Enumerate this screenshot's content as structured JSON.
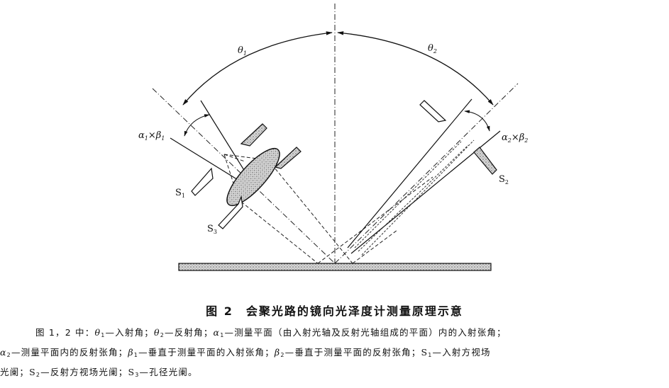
{
  "figure": {
    "number": "图 2",
    "title": "会聚光路的镜向光泽度计测量原理示意"
  },
  "diagram": {
    "labels": {
      "theta1": {
        "sym": "θ",
        "sub": "1"
      },
      "theta2": {
        "sym": "θ",
        "sub": "2"
      },
      "alpha1_beta1": {
        "a": "α",
        "a_sub": "1",
        "x": "×",
        "b": "β",
        "b_sub": "1"
      },
      "alpha2_beta2": {
        "a": "α",
        "a_sub": "2",
        "x": "×",
        "b": "β",
        "b_sub": "2"
      },
      "S1": {
        "sym": "S",
        "sub": "1"
      },
      "S2": {
        "sym": "S",
        "sub": "2"
      },
      "S3": {
        "sym": "S",
        "sub": "3"
      }
    },
    "elements": [
      "normal-axis",
      "incident-axis",
      "reflected-axis",
      "lens",
      "sample-plate",
      "S1-stop",
      "S2-stop",
      "S3-aperture-stop"
    ]
  },
  "legend": {
    "prefix": "图 1，2 中：",
    "items": [
      {
        "sym": "θ",
        "sub": "1",
        "text": "—入射角；"
      },
      {
        "sym": "θ",
        "sub": "2",
        "text": "—反射角；"
      },
      {
        "sym": "α",
        "sub": "1",
        "text": "—测量平面（由入射光轴及反射光轴组成的平面）内的入射张角；"
      },
      {
        "sym": "α",
        "sub": "2",
        "text": "—测量平面内的反射张角；"
      },
      {
        "sym": "β",
        "sub": "1",
        "text": "—垂直于测量平面的入射张角；"
      },
      {
        "sym": "β",
        "sub": "2",
        "text": "—垂直于测量平面的反射张角；"
      },
      {
        "sym": "S",
        "sub": "1",
        "text": "—入射方视场光阑；"
      },
      {
        "sym": "S",
        "sub": "2",
        "text": "—反射方视场光阑；"
      },
      {
        "sym": "S",
        "sub": "3",
        "text": "—孔径光阑。"
      }
    ],
    "line2_lead": "光阑；",
    "line1_tail": "视场"
  }
}
